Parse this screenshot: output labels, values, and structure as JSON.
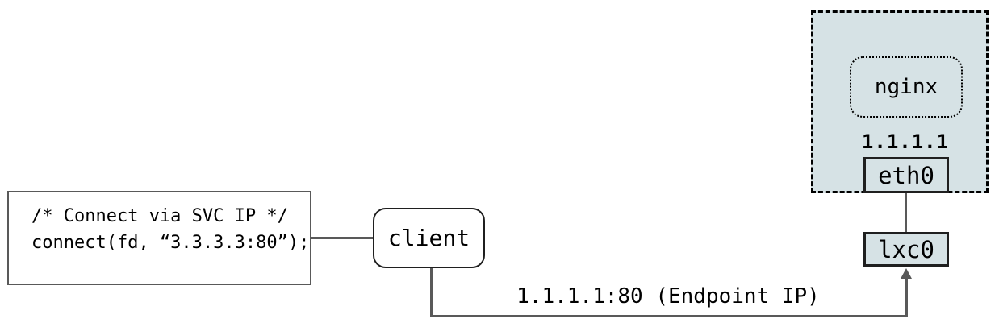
{
  "colors": {
    "pod_bg": "#d6e2e5",
    "line_gray": "#595959",
    "border_black": "#1f1f1f",
    "canvas_bg": "#ffffff"
  },
  "code_box": {
    "lines": [
      "/* Connect via SVC IP */",
      "connect(fd, “3.3.3.3:80”);"
    ]
  },
  "client_node": {
    "label": "client"
  },
  "pod_group": {
    "nginx_node": {
      "label": "nginx"
    },
    "ip_label": "1.1.1.1",
    "eth0_node": {
      "label": "eth0"
    }
  },
  "lxc0_node": {
    "label": "lxc0"
  },
  "edge_label": "1.1.1.1:80 (Endpoint IP)"
}
